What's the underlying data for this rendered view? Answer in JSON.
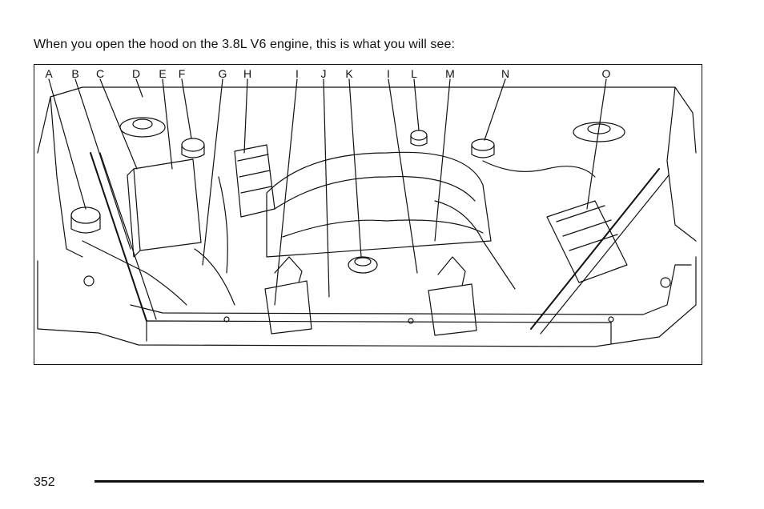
{
  "intro_text": "When you open the hood on the 3.8L V6 engine, this is what you will see:",
  "callouts": [
    "A",
    "B",
    "C",
    "D",
    "E",
    "F",
    "G",
    "H",
    "I",
    "J",
    "K",
    "I",
    "L",
    "M",
    "N",
    "O"
  ],
  "page_number": "352"
}
